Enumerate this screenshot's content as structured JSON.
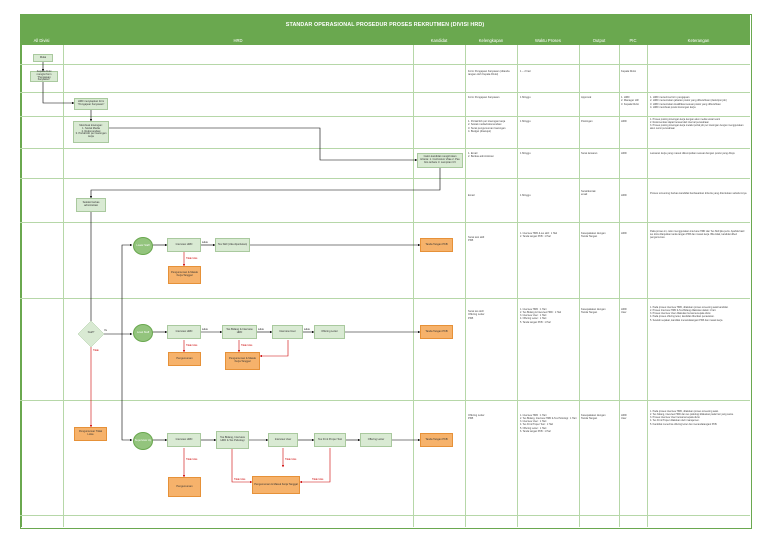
{
  "title": "STANDAR OPERASIONAL PROSEDUR PROSES REKRUTMEN (DIVISI HRD)",
  "columns": [
    "All Divisi",
    "HRD",
    "Kandidat",
    "Kelengkapan",
    "Waktu Proses",
    "Output",
    "PIC",
    "Keterangan"
  ],
  "nodes": {
    "mulai": "Mulai",
    "kebutuhan": "Kepala divisi mengisi form \"Pengajuan Karyawan\"",
    "hrd_form": "HRD menyiapkan form \"Pengajuan Karyawan\"",
    "membuat": "Membuat lowongan:\n1. Social Media\n2. Rekomendasi\n3. Portal/Job per lowongan kerja",
    "kandidat": "Calon kandidat mengirimkan kriteria:\n1. Curriculum Vitae\n2. Pas foto terbaru\n3. Lampiran CV",
    "seleksi": "Seleksi berkas administrasi",
    "staff": "Staff?",
    "lower_staff": "Lower Staff",
    "level_staff": "Level Staff",
    "supervisor": "Supervisor Up",
    "interview_hrd_1": "Interview HRD",
    "tes_skill_1": "Tes Skill (Jika diperlukan)",
    "pengumuman_1": "Pengumuman & Masuk Kerja Tanggal",
    "tanda_1": "Tanda Tangan PKB",
    "interview_hrd_2": "Interview HRD",
    "tes_bidang_2": "Tes Bidang & Interview HRD",
    "interview_user_2": "Interview User",
    "offering_2": "Offering Letter",
    "penolakan_2": "Pengumuman",
    "pengumuman_2": "Pengumuman & Masuk Kerja Tanggal",
    "tanda_2": "Tanda Tangan PKB",
    "pengumuman_tidak": "Pengumuman Tidak Lolos",
    "interview_hrd_3": "Interview HRD",
    "tes_bidang_3": "Tes Bidang, Interview HRD & Tes Psikologi",
    "interview_user_3": "Interview User",
    "tes_fit": "Tes Fit & Proper Test",
    "offering_3": "Offering Letter",
    "penolakan_3": "Pengumuman",
    "pengumuman_3": "Pengumuman & Masuk Kerja Tanggal",
    "tanda_3": "Tanda Tangan PKB",
    "tidak_lolos": "Tidak lolos",
    "lolos": "Lolos",
    "ya": "Ya",
    "tidak": "Tidak"
  },
  "rows": [
    {
      "kelengkapan": "Form Pengajuan Karyawan (ditanda tangan oleh Kepala Divisi)",
      "waktu": "1 – 2 hari",
      "output": "",
      "pic": "Kepala Divisi",
      "keterangan": ""
    },
    {
      "kelengkapan": "Form Pengajuan Karyawan",
      "waktu": "1 Minggu",
      "output": "Approval",
      "pic": "1. HRD\n2. Manager HR\n3. Kepala Divisi",
      "keterangan": "1. HRD menerima form pengajuan\n2. HRD menentukan jabatan posisi yang dibutuhkan (deskripsi job)\n3. HRD menentukan kualifikasi sesuai posisi yang dibutuhkan\n4. HRD membuat posisi lowongan kerja"
    },
    {
      "kelengkapan": "1. Portal/Job per lowongan kerja\n2. Sosial media/rekomendasi\n3. Surat pengumuman lowongan\n4. Budget (disetujui)",
      "waktu": "1 Minggu",
      "output": "Postingan",
      "pic": "HRD",
      "keterangan": "1. Proses posting lowongan kerja dengan akun media sosial resmi\n2. Rekomendasi dapat berasal dari internal perusahaan\n3. Proses posting lowongan kerja melalui portal job per lowongan dengan menggunakan akun resmi perusahaan"
    },
    {
      "kelengkapan": "1. Email\n2. Berkas administrasi",
      "waktu": "1 Minggu",
      "output": "Surat lamaran",
      "pic": "HRD",
      "keterangan": "Lamaran kerja yang masuk dikumpulkan sesuai dengan posisi yang dituju"
    },
    {
      "kelengkapan": "Email",
      "waktu": "1 Minggu",
      "output": "Surat/kontak\nemail",
      "pic": "HRD",
      "keterangan": "Proses screening berkas kandidat berdasarkan kriteria yang ditentukan sebelumnya"
    },
    {
      "kelengkapan": "Surat test skill\nPKB",
      "waktu": "1. Interview HRD & tes skill : 1 Hari\n2. Tanda tangan PKB : 1 Hari",
      "output": "Kesepakatan dengan\nTanda Tangan",
      "pic": "HRD",
      "keterangan": "Pada proses ini, calon menggunakan interview HRD dan Tes Skill jika perlu. Apabila hasil tes lolos dilanjutkan tanda tangan PKB dan masuk kerja. Bila tidak, kandidat diberi pengumuman."
    },
    {
      "kelengkapan": "Surat tes skill\nOffering Letter\nPKB",
      "waktu": "1. Interview HRD : 1 Hari\n2. Tes Bidang & Interview HRD : 1 Hari\n3. Interview User : 1 Hari\n4. Offering Letter : 1 Hari\n5. Tanda tangan PKB : 1 Hari",
      "output": "Kesepakatan dengan\nTanda Tangan",
      "pic": "HRD\nUser",
      "keterangan": "1. Pada proses interview HRD, dilakukan proses screening awal kandidat.\n2. Proses Interview HRD & Tes Bidang dilakukan dalam 1 hari.\n3. Proses interview User dilakukan bersama kepala divisi.\n4. Pada proses offering letter, kandidat diberikan penawaran.\n5. Setelah sepakat, kandidat menandatangani PKB dan masuk kerja."
    },
    {
      "kelengkapan": "Offering Letter\nPKB",
      "waktu": "1. Interview HRD : 1 Hari\n2. Tes Bidang, Interview HRD & Tes Psikologi : 1 Hari\n3. Interview User : 1 Hari\n4. Tes Fit & Proper Test : 1 Hari\n5. Offering Letter : 1 Hari\n6. Tanda tangan PKB : 1 Hari",
      "output": "Kesepakatan dengan\nTanda Tangan",
      "pic": "HRD\nUser",
      "keterangan": "1. Pada proses interview HRD, dilakukan proses screening awal.\n2. Tes bidang, interview HRD dan tes psikologi dilakukan pada hari yang sama.\n3. Proses interview User bersama kepala divisi.\n4. Tes Fit & Proper dilakukan oleh manajemen.\n5. Kandidat menerima offering letter dan menandatangani PKB."
    }
  ],
  "colors": {
    "header": "#6aa84f",
    "process": "#d9ead3",
    "terminal": "#f6b26b",
    "accent": "#93c47d",
    "negative": "#cc0000"
  }
}
